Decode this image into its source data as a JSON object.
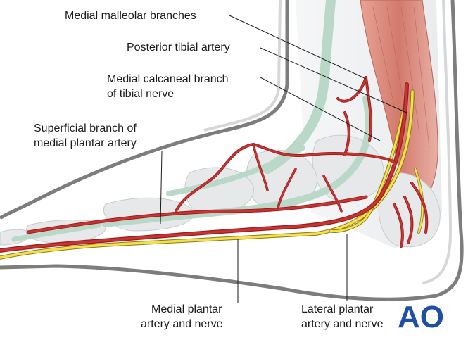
{
  "labels": {
    "medial_malleolar": "Medial malleolar branches",
    "posterior_tibial": "Posterior tibial artery",
    "medial_calcaneal_1": "Medial calcaneal branch",
    "medial_calcaneal_2": "of tibial nerve",
    "superficial_branch_1": "Superficial branch of",
    "superficial_branch_2": "medial plantar artery",
    "medial_plantar_1": "Medial plantar",
    "medial_plantar_2": "artery and nerve",
    "lateral_plantar_1": "Lateral plantar",
    "lateral_plantar_2": "artery and nerve"
  },
  "logo": "AO",
  "colors": {
    "artery": "#c83434",
    "nerve": "#f3e04a",
    "muscle": "#d98a7e",
    "skin_outline": "#7d7d7d",
    "logo": "#1e4fa3"
  }
}
